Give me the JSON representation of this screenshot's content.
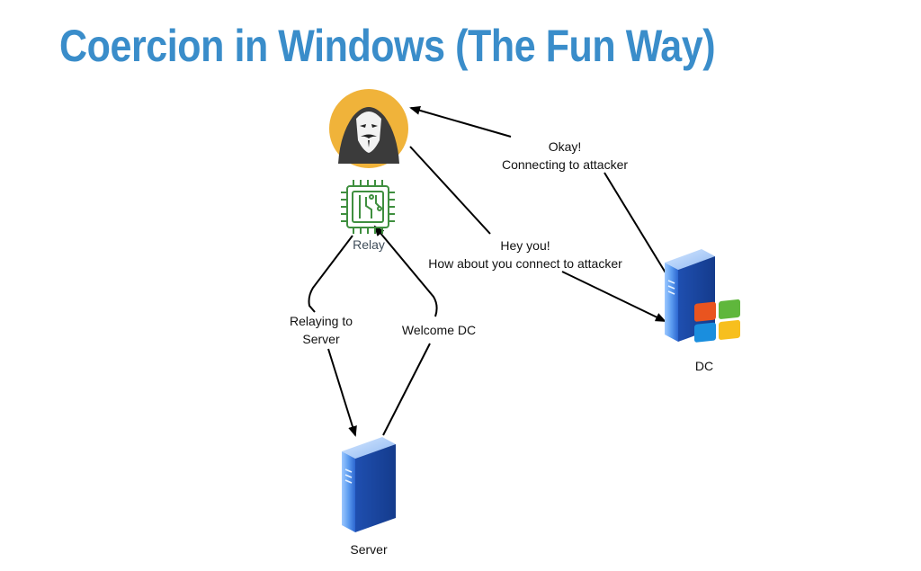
{
  "slide": {
    "title": "Coercion in Windows (The Fun Way)"
  },
  "nodes": {
    "attacker": {
      "icon": "hacker-avatar-icon"
    },
    "relay": {
      "label": "Relay",
      "icon": "circuit-chip-icon"
    },
    "dc": {
      "label": "DC",
      "icon": "windows-server-icon"
    },
    "server": {
      "label": "Server",
      "icon": "server-tower-icon"
    }
  },
  "edges": {
    "dc_to_attacker": {
      "line1": "Okay!",
      "line2": "Connecting to attacker"
    },
    "attacker_to_dc": {
      "line1": "Hey you!",
      "line2": "How about you connect to attacker"
    },
    "relay_to_server": {
      "line1": "Relaying to",
      "line2": "Server"
    },
    "server_to_relay": {
      "line1": "Welcome DC"
    }
  },
  "colors": {
    "title": "#3a8dca",
    "attacker_circle": "#f0b33a",
    "relay_chip": "#3f8f3f",
    "server_blue": "#2f6fd6",
    "edge": "#000000"
  }
}
